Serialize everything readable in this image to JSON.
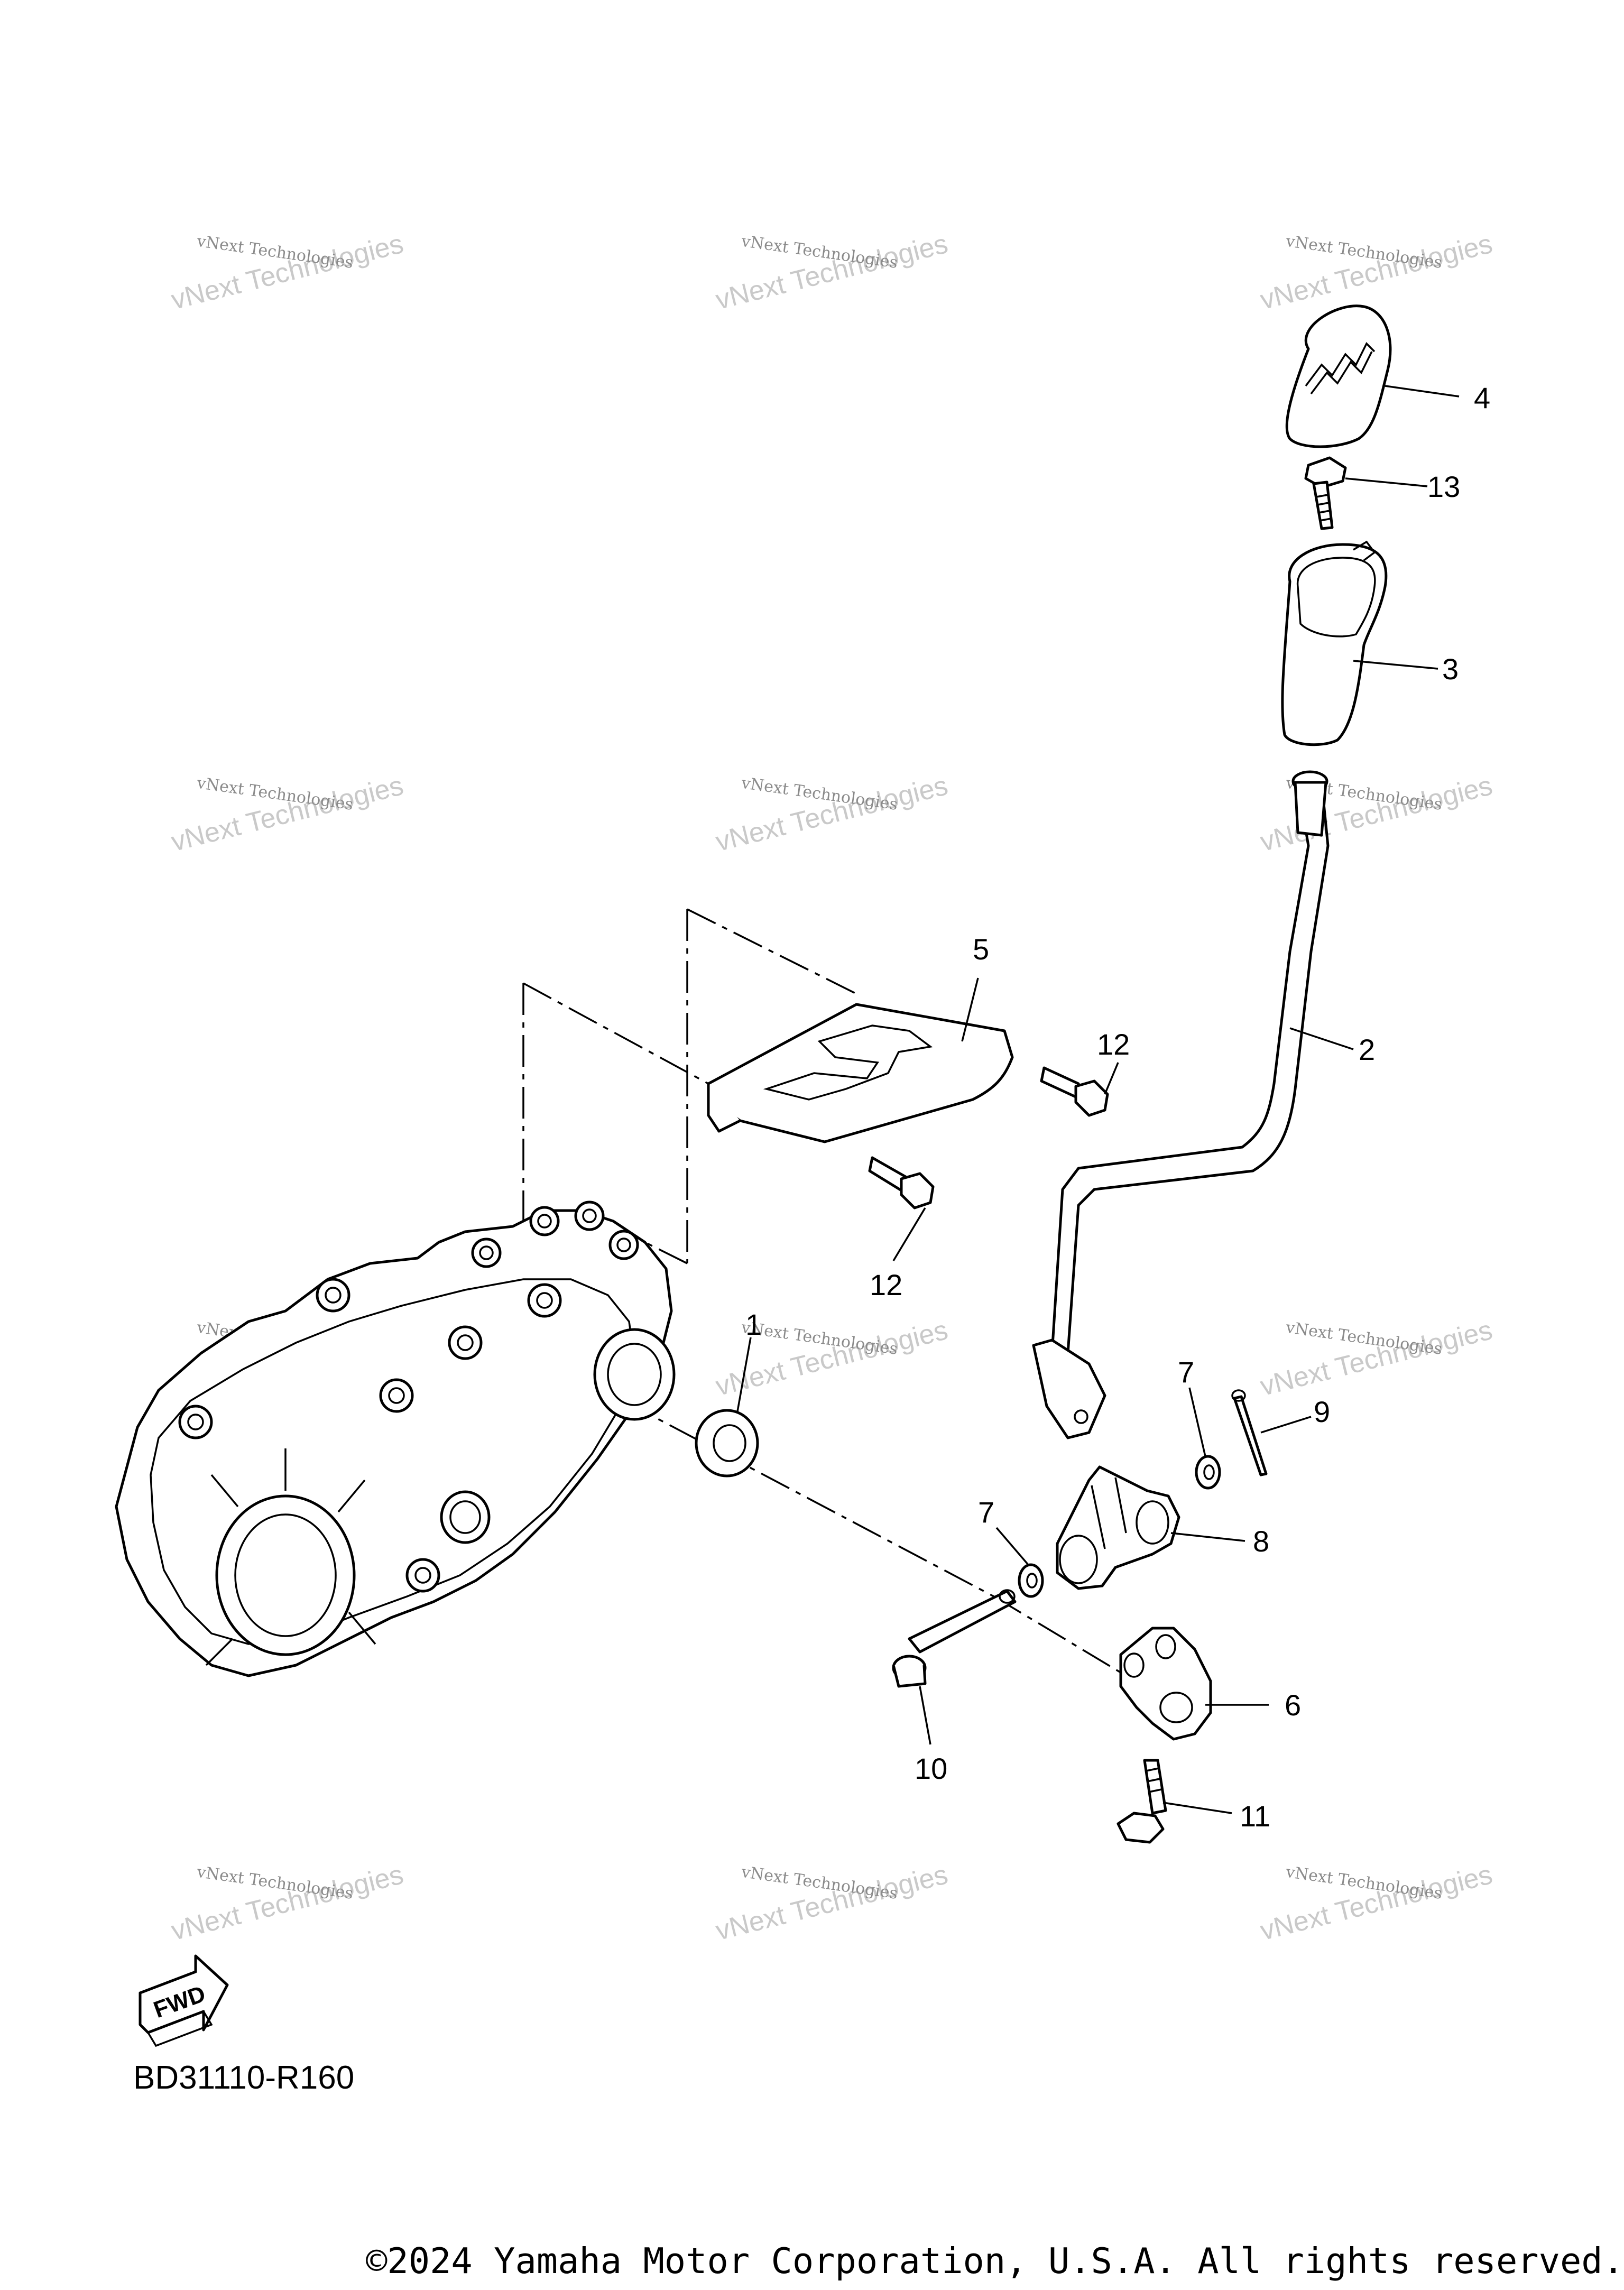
{
  "diagram_code": "BD31110-R160",
  "copyright": "©2024 Yamaha Motor Corporation, U.S.A. All rights reserved.",
  "fwd_label": "FWD",
  "watermark": {
    "line1": "vNext Technologies",
    "line2": "vNext Technologies"
  },
  "callouts": [
    {
      "id": "1",
      "label": "1"
    },
    {
      "id": "2",
      "label": "2"
    },
    {
      "id": "3",
      "label": "3"
    },
    {
      "id": "4",
      "label": "4"
    },
    {
      "id": "5",
      "label": "5"
    },
    {
      "id": "6",
      "label": "6"
    },
    {
      "id": "7a",
      "label": "7"
    },
    {
      "id": "7b",
      "label": "7"
    },
    {
      "id": "8",
      "label": "8"
    },
    {
      "id": "9",
      "label": "9"
    },
    {
      "id": "10",
      "label": "10"
    },
    {
      "id": "11",
      "label": "11"
    },
    {
      "id": "12a",
      "label": "12"
    },
    {
      "id": "12b",
      "label": "12"
    },
    {
      "id": "13",
      "label": "13"
    }
  ],
  "icons": {
    "fwd": "fwd-arrow-icon"
  }
}
